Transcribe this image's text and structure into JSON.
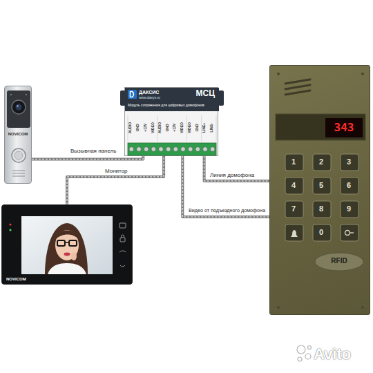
{
  "diagram": {
    "nodes": [
      {
        "text": [
          "NOVICOM"
        ]
      },
      {
        "text": [
          "ДАКСИС",
          "МСЦ",
          "www.daxys.ru",
          "Модуль сопряжения для цифровых домофонов"
        ]
      },
      {
        "text": [
          "NOVICOM"
        ]
      },
      {
        "text": [
          "343",
          "RFID"
        ]
      }
    ],
    "edges": [
      {
        "from": 0,
        "to": 1,
        "label": "Вызывная панель",
        "arrow": "none"
      },
      {
        "from": 2,
        "to": 1,
        "label": "Монитор",
        "arrow": "none"
      },
      {
        "from": 1,
        "to": 3,
        "label": "Линия домофона",
        "arrow": "none"
      },
      {
        "from": 1,
        "to": 3,
        "label": "Видео от подъездного домофона",
        "arrow": "none"
      }
    ],
    "labels": [
      "AUDIO",
      "GND",
      "+12V",
      "VIDEO",
      "AUDIO",
      "GND",
      "+12V",
      "VIDEO",
      "VIDEO",
      "GND",
      "LINE+",
      "LINE-",
      "1",
      "2",
      "3",
      "4",
      "5",
      "6",
      "7",
      "8",
      "9",
      "0",
      "Avito"
    ]
  }
}
